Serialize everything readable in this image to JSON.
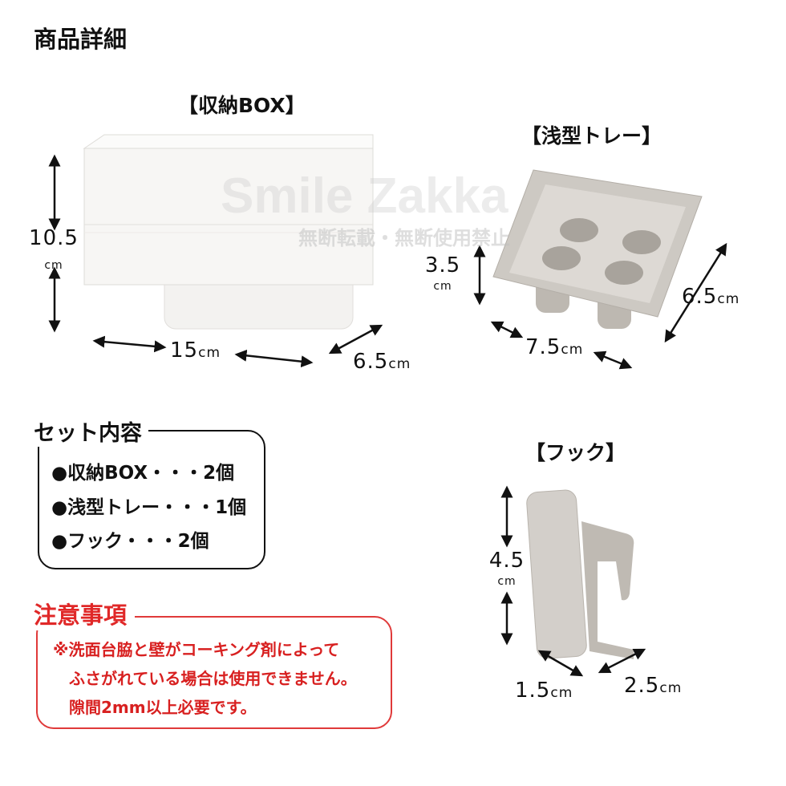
{
  "title": "商品詳細",
  "watermark": {
    "line1": "Smile Zakka",
    "line2": "無断転載・無断使用禁止"
  },
  "products": {
    "box": {
      "label": "【収納BOX】",
      "height": "10.5",
      "height_unit": "cm",
      "width": "15",
      "width_unit": "cm",
      "depth": "6.5",
      "depth_unit": "cm",
      "color": "#f4f3f1"
    },
    "tray": {
      "label": "【浅型トレー】",
      "height": "3.5",
      "height_unit": "cm",
      "width": "7.5",
      "width_unit": "cm",
      "depth": "6.5",
      "depth_unit": "cm",
      "color": "#cbc7c1"
    },
    "hook": {
      "label": "【フック】",
      "height": "4.5",
      "height_unit": "cm",
      "width": "1.5",
      "width_unit": "cm",
      "depth": "2.5",
      "depth_unit": "cm",
      "color": "#cbc7c1"
    }
  },
  "set_contents": {
    "label": "セット内容",
    "items": [
      "●収納BOX・・・2個",
      "●浅型トレー・・・1個",
      "●フック・・・2個"
    ]
  },
  "caution": {
    "label": "注意事項",
    "lines": [
      "※洗面台脇と壁がコーキング剤によって",
      "ふさがれている場合は使用できません。",
      "隙間2mm以上必要です。"
    ],
    "color": "#e02828"
  }
}
